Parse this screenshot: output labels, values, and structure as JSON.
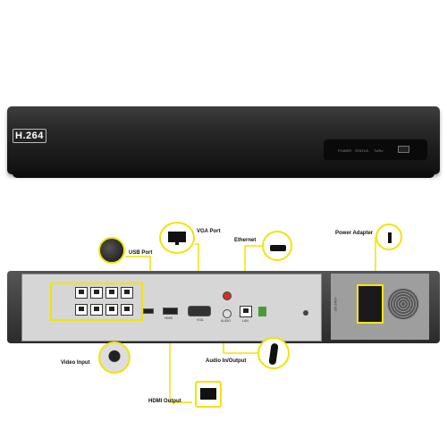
{
  "front": {
    "badge": "H.264",
    "labels": [
      "POWER",
      "STATUS",
      "Tx/Rx"
    ]
  },
  "rear": {
    "port_labels": [
      "VGA",
      "HDMI",
      "LAN",
      "AUDIO"
    ],
    "vertical_label": "100-240V~"
  },
  "callouts": {
    "usb_port": "USB Port",
    "vga_port": "VGA Port",
    "ethernet": "Ethernet",
    "power_adapter": "Power Adapter",
    "video_input": "Video Input",
    "audio_io": "Audio In/Output",
    "hdmi_output": "HDMI Output"
  },
  "colors": {
    "accent": "#f2e400",
    "device": "#1f1f1f",
    "plate": "#d6d6d6"
  },
  "icons": [
    "mouse-icon",
    "monitor-icon",
    "router-icon",
    "power-plug-icon",
    "camera-icon",
    "microphone-icon",
    "hdmi-tv-icon"
  ]
}
